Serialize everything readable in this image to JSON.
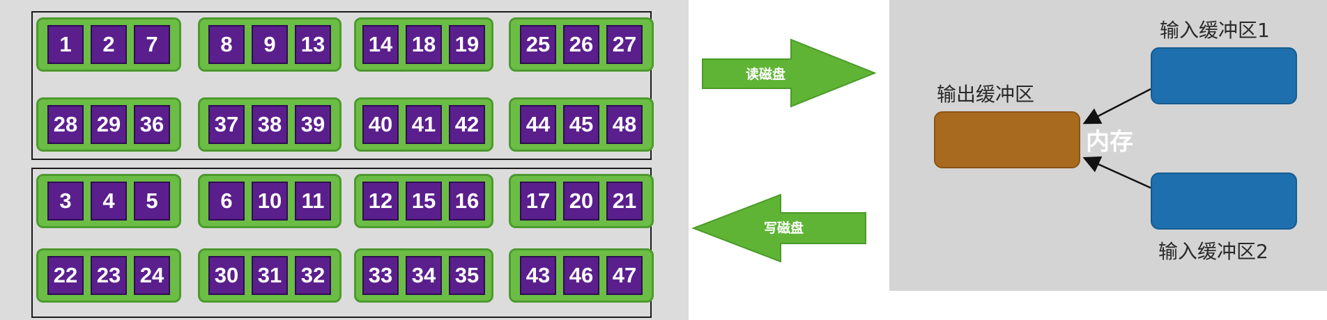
{
  "disk": {
    "groups": [
      {
        "blocks": [
          [
            "1",
            "2",
            "7"
          ],
          [
            "8",
            "9",
            "13"
          ],
          [
            "14",
            "18",
            "19"
          ],
          [
            "25",
            "26",
            "27"
          ],
          [
            "28",
            "29",
            "36"
          ],
          [
            "37",
            "38",
            "39"
          ],
          [
            "40",
            "41",
            "42"
          ],
          [
            "44",
            "45",
            "48"
          ]
        ]
      },
      {
        "blocks": [
          [
            "3",
            "4",
            "5"
          ],
          [
            "6",
            "10",
            "11"
          ],
          [
            "12",
            "15",
            "16"
          ],
          [
            "17",
            "20",
            "21"
          ],
          [
            "22",
            "23",
            "24"
          ],
          [
            "30",
            "31",
            "32"
          ],
          [
            "33",
            "34",
            "35"
          ],
          [
            "43",
            "46",
            "47"
          ]
        ]
      }
    ]
  },
  "arrows": {
    "read_label": "读磁盘",
    "write_label": "写磁盘"
  },
  "memory": {
    "label": "内存",
    "input_buffer_1": "输入缓冲区1",
    "input_buffer_2": "输入缓冲区2",
    "output_buffer": "输出缓冲区"
  },
  "colors": {
    "block_green": "#6cbd45",
    "cell_purple": "#5a1f8c",
    "input_buffer_blue": "#1e6fad",
    "output_buffer_brown": "#a86a1e",
    "arrow_green": "#5fb435"
  }
}
